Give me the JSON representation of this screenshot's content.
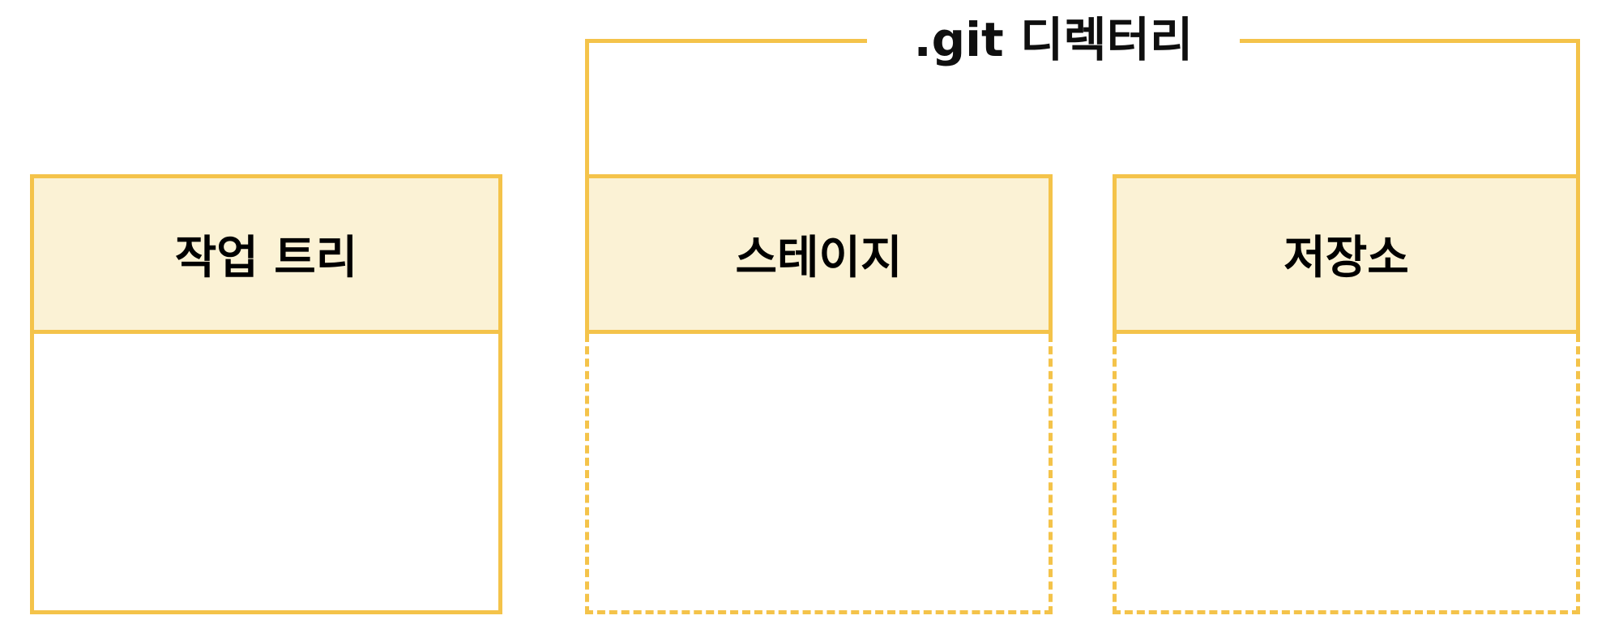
{
  "diagram": {
    "title": ".git 디렉터리",
    "boxes": [
      {
        "id": "working-tree",
        "label": "작업 트리",
        "body_style": "solid"
      },
      {
        "id": "stage",
        "label": "스테이지",
        "body_style": "dashed"
      },
      {
        "id": "repository",
        "label": "저장소",
        "body_style": "dashed"
      }
    ],
    "colors": {
      "accent": "#F4C34A",
      "header_fill": "#FBF2D5",
      "title_text": "#0F0F0F",
      "label_text": "#000000",
      "background": "#FFFFFF"
    }
  }
}
